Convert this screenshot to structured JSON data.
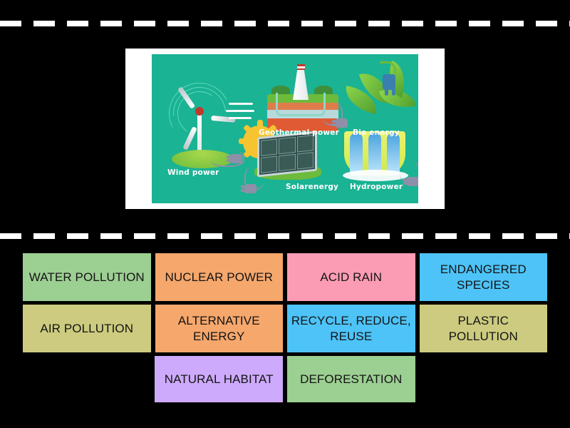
{
  "page": {
    "background_color": "#000000",
    "divider_style": "dashed-white"
  },
  "media": {
    "name": "renewable-energy-infographic",
    "frame_color": "#ffffff",
    "background_color": "#1ab394",
    "labels": {
      "wind": "Wind power",
      "geothermal": "Geothermal power",
      "bio": "Bio energy",
      "solar": "Solarenergy",
      "hydro": "Hydropower"
    }
  },
  "board": {
    "rows": [
      [
        {
          "label": "WATER POLLUTION",
          "color": "#9ccf92"
        },
        {
          "label": "NUCLEAR POWER",
          "color": "#f5a76c"
        },
        {
          "label": "ACID RAIN",
          "color": "#fc9cb4"
        },
        {
          "label": "ENDANGERED SPECIES",
          "color": "#4dc3f7"
        }
      ],
      [
        {
          "label": "AIR POLLUTION",
          "color": "#cccb7f"
        },
        {
          "label": "ALTERNATIVE ENERGY",
          "color": "#f5a76c"
        },
        {
          "label": "RECYCLE, REDUCE, REUSE",
          "color": "#4dc3f7"
        },
        {
          "label": "PLASTIC POLLUTION",
          "color": "#cccb7f"
        }
      ],
      [
        {
          "label": "",
          "color": "transparent"
        },
        {
          "label": "NATURAL HABITAT",
          "color": "#ceaafc"
        },
        {
          "label": "DEFORESTATION",
          "color": "#9ccf92"
        },
        {
          "label": "",
          "color": "transparent"
        }
      ]
    ]
  }
}
